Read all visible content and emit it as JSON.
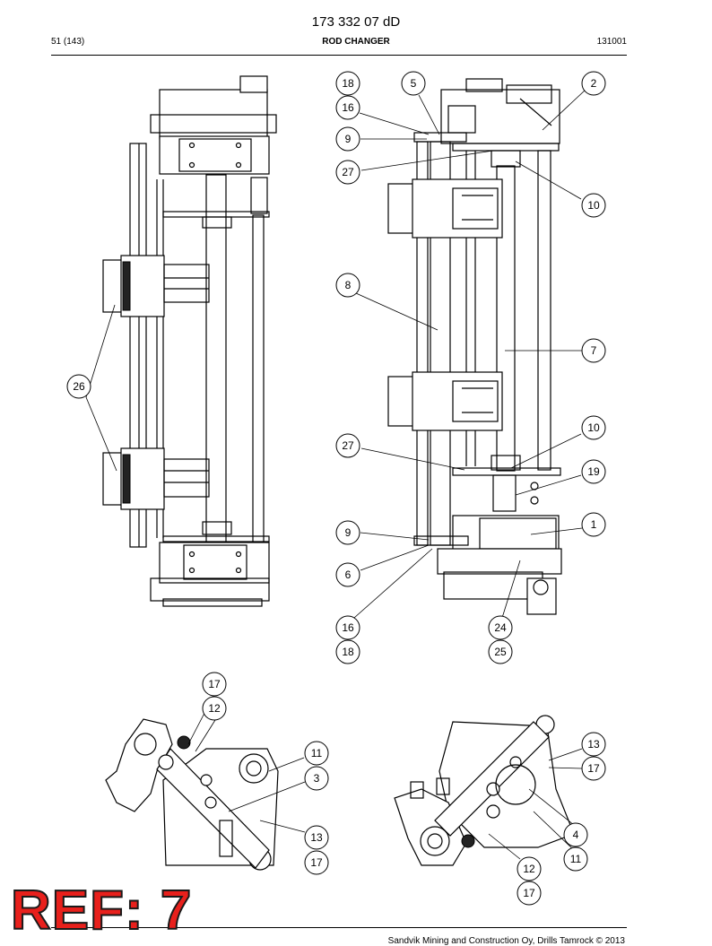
{
  "header": {
    "doc_number": "173 332 07 dD",
    "page": "51 (143)",
    "title": "ROD CHANGER",
    "code": "131001"
  },
  "callouts": {
    "c18a": "18",
    "c5": "5",
    "c2": "2",
    "c16a": "16",
    "c9a": "9",
    "c27a": "27",
    "c10a": "10",
    "c8": "8",
    "c7": "7",
    "c26": "26",
    "c10b": "10",
    "c27b": "27",
    "c19": "19",
    "c1": "1",
    "c9b": "9",
    "c6": "6",
    "c16b": "16",
    "c24": "24",
    "c18b": "18",
    "c25": "25",
    "c17a": "17",
    "c12a": "12",
    "c11a": "11",
    "c3": "3",
    "c13a": "13",
    "c17b": "17",
    "c13b": "13",
    "c17c": "17",
    "c4": "4",
    "c11b": "11",
    "c12b": "12",
    "c17d": "17"
  },
  "stamp": {
    "text": "REF: 7"
  },
  "footer": {
    "text": "Sandvik Mining and Construction Oy, Drills Tamrock © 2013"
  }
}
